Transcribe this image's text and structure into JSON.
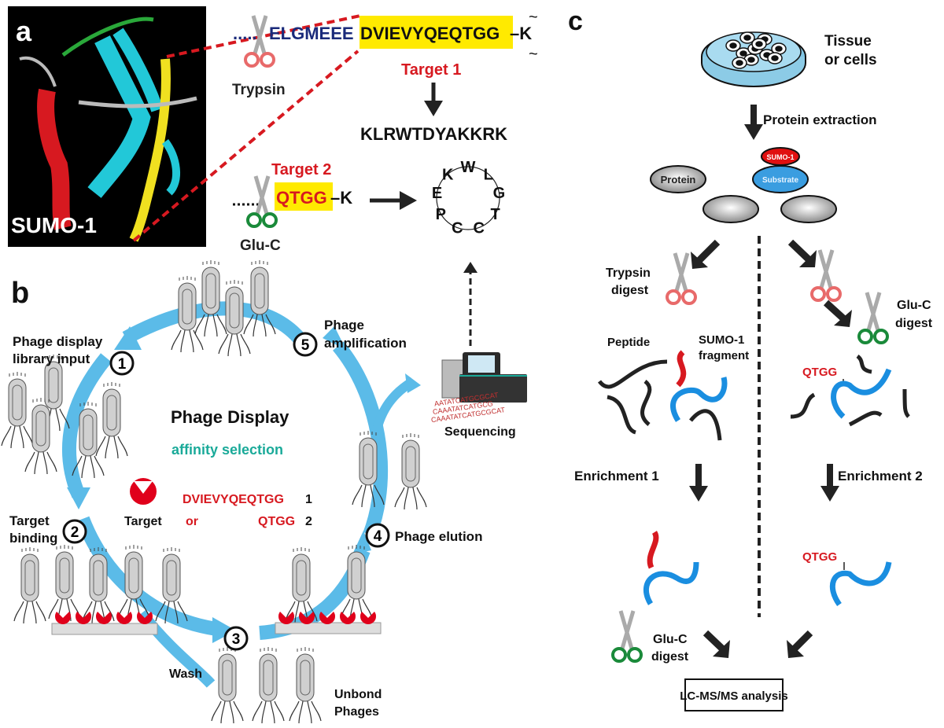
{
  "panels": {
    "a": {
      "letter": "a",
      "structure_label": "SUMO-1",
      "seq_prefix": "......",
      "seq_dark": "ELGMEEE",
      "seq_highlight": "DVIEVYQEQTGG",
      "seq_link": "–K",
      "trypsin_label": "Trypsin",
      "target1_label": "Target 1",
      "target1_product": "KLRWTDYAKKRK",
      "target2_label": "Target 2",
      "target2_seq": "QTGG",
      "target2_link": "–K",
      "gluc_label": "Glu-C",
      "cyclic_peptide": [
        "W",
        "L",
        "G",
        "T",
        "C",
        "C",
        "P",
        "E",
        "K"
      ]
    },
    "b": {
      "letter": "b",
      "title": "Phage Display",
      "subtitle": "affinity selection",
      "steps": [
        {
          "num": "1",
          "label_lines": [
            "Phage display",
            "library input"
          ]
        },
        {
          "num": "2",
          "label_lines": [
            "Target",
            "binding"
          ]
        },
        {
          "num": "3",
          "label_lines": [
            "Wash"
          ]
        },
        {
          "num": "4",
          "label_lines": [
            "Phage elution"
          ]
        },
        {
          "num": "5",
          "label_lines": [
            "Phage",
            "amplification"
          ]
        }
      ],
      "target_label": "Target",
      "or_label": "or",
      "target_seq1": "DVIEVYQEQTGG",
      "target_seq1_num": "1",
      "target_seq2": "QTGG",
      "target_seq2_num": "2",
      "unbound_lines": [
        "Unbond",
        "Phages"
      ],
      "sequencing_label": "Sequencing",
      "dna_lines": [
        "AATATCATGCGCAT",
        "CAAATATCATGCG",
        "CAAATATCATGCGCAT"
      ]
    },
    "c": {
      "letter": "c",
      "sample_lines": [
        "Tissue",
        "or cells"
      ],
      "extraction_label": "Protein extraction",
      "protein_label": "Protein",
      "sumo_label": "SUMO-1",
      "substrate_label": "Substrate",
      "trypsin_digest_lines": [
        "Trypsin",
        "digest"
      ],
      "gluc_digest_lines": [
        "Glu-C",
        "digest"
      ],
      "peptide_label": "Peptide",
      "sumo_fragment_lines": [
        "SUMO-1",
        "fragment"
      ],
      "qtgg_label": "QTGG",
      "enrichment1": "Enrichment 1",
      "enrichment2": "Enrichment 2",
      "gluc_digest2_lines": [
        "Glu-C",
        "digest"
      ],
      "analysis_label": "LC-MS/MS analysis"
    }
  },
  "colors": {
    "highlight_yellow": "#ffea00",
    "target_red": "#d71920",
    "navy": "#1a2a7a",
    "teal": "#1aaa99",
    "arrow_blue": "#5bbbe8",
    "trypsin_red": "#e86a6a",
    "gluc_green": "#1a8a3a",
    "fragment_blue": "#1a8ee0"
  }
}
